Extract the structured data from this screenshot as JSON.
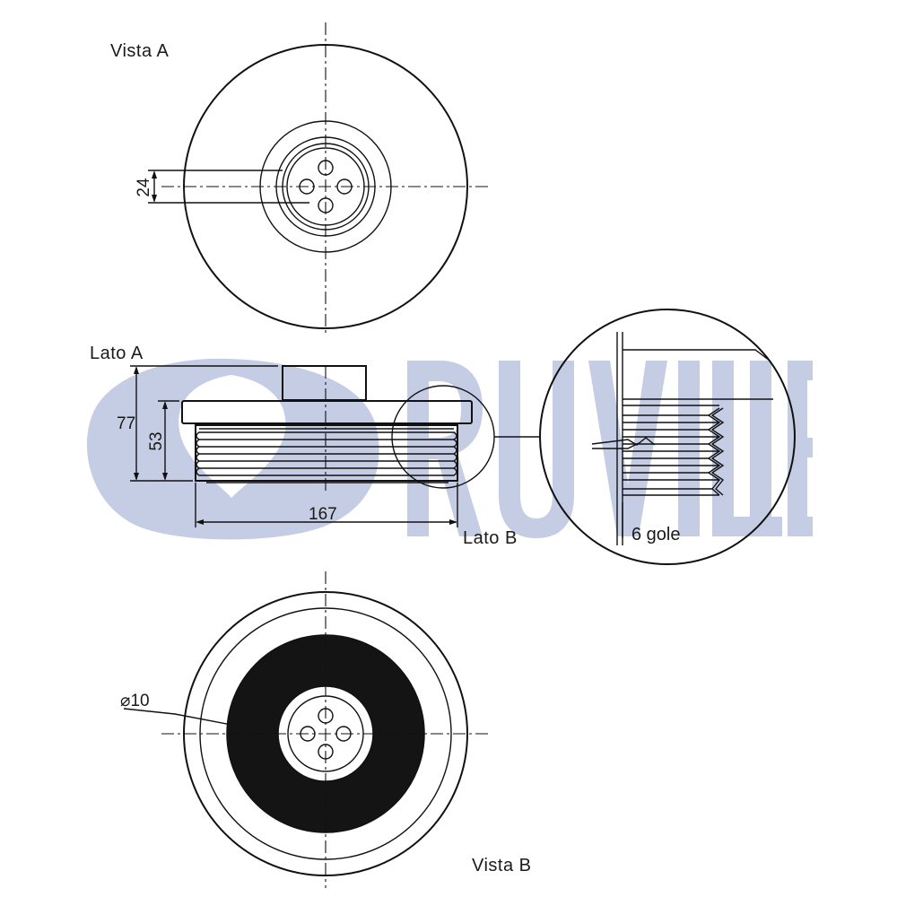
{
  "labels": {
    "view_a": "Vista A",
    "side_a": "Lato A",
    "side_b": "Lato B",
    "view_b": "Vista B",
    "grooves": "6 gole"
  },
  "dimensions": {
    "bore_offset": "24",
    "overall_height": "77",
    "pulley_height": "53",
    "diameter": "167",
    "hole_diameter": "⌀10"
  },
  "watermark": {
    "brand": "RUVILLE",
    "color": "#c5cde4"
  }
}
